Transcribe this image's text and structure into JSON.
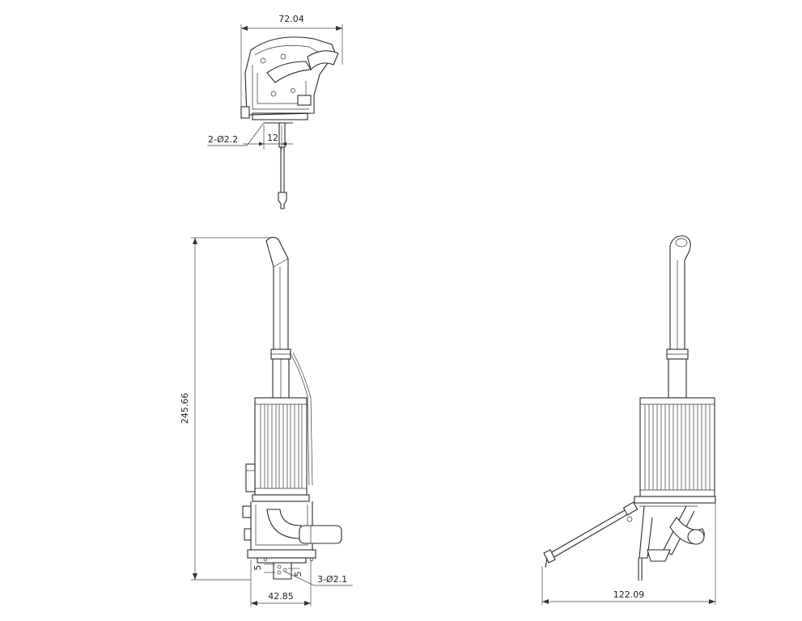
{
  "dimensions": {
    "top_width": "72.04",
    "top_holes": "2-Ø2.2",
    "top_spacing": "12",
    "height": "245.66",
    "front_holes": "3-Ø2.1",
    "front_spacing_a": "5",
    "front_spacing_b": "5",
    "front_width": "42.85",
    "side_width": "122.09"
  }
}
